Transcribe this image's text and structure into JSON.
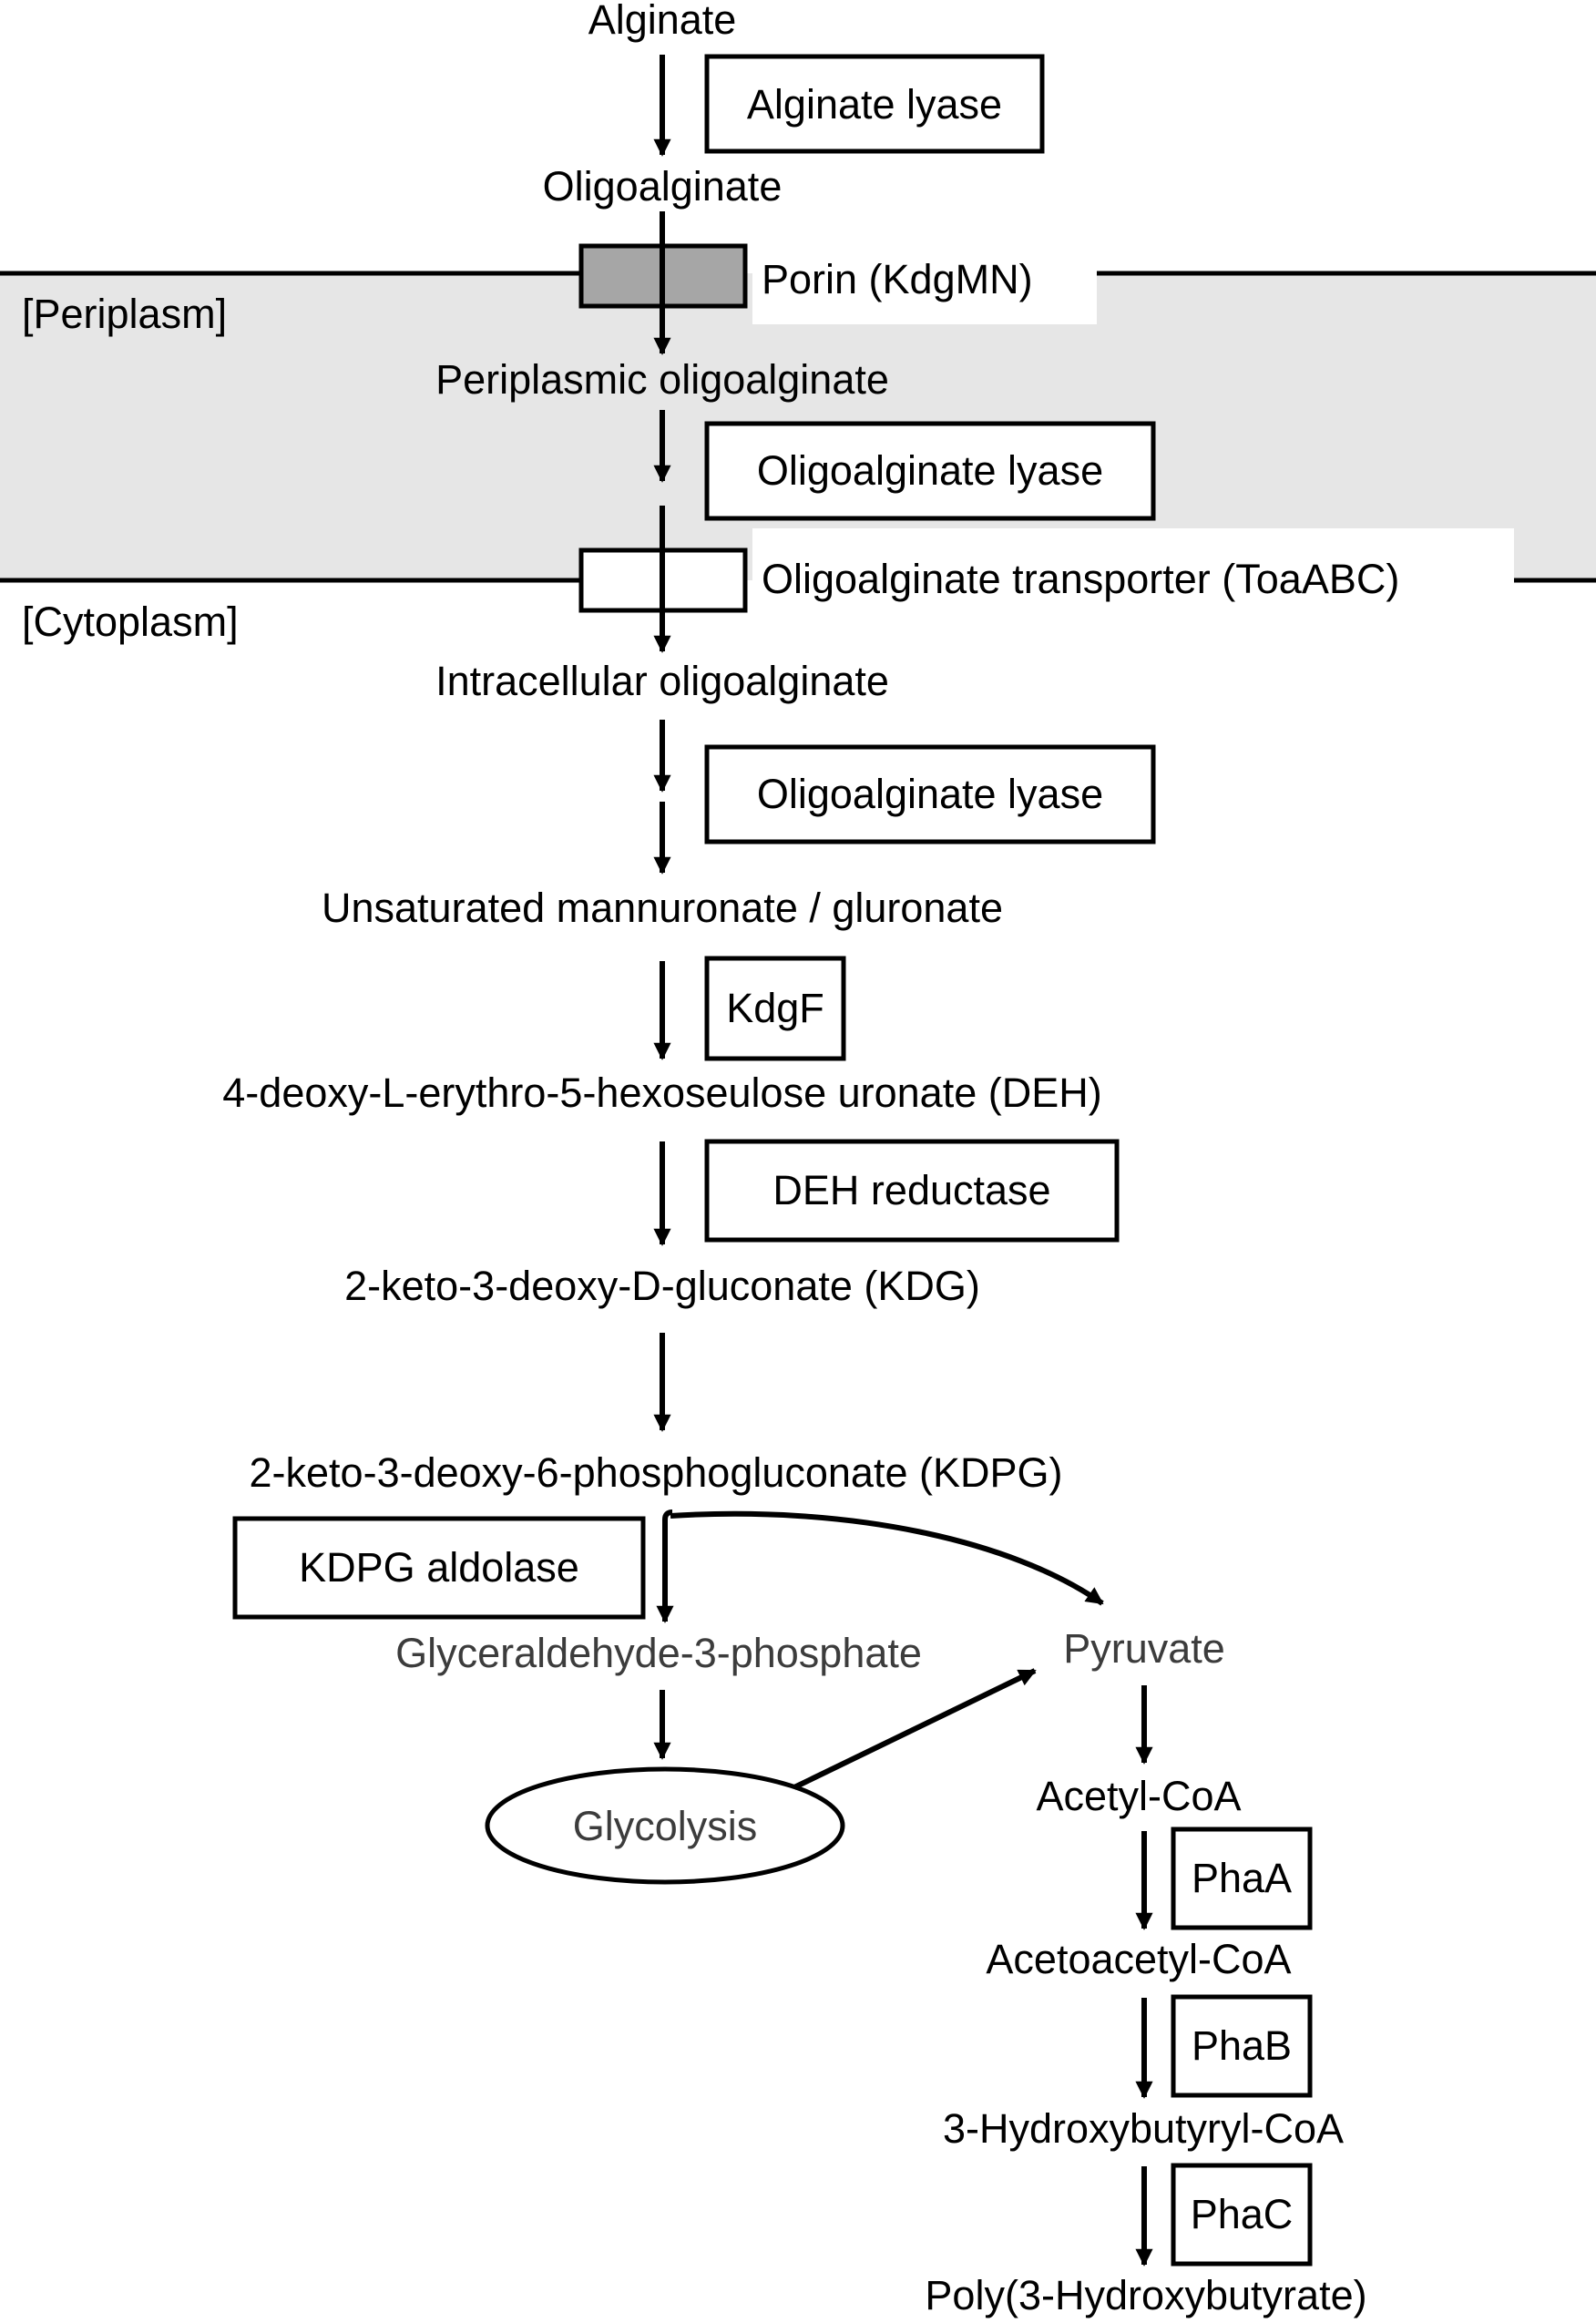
{
  "colors": {
    "periplasm_band": "#e6e6e6",
    "porin_fill": "#a6a6a6",
    "secondary_text": "#3c3c3c",
    "ink": "#000000"
  },
  "compartments": {
    "periplasm": "[Periplasm]",
    "cytoplasm": "[Cytoplasm]"
  },
  "metabolites": {
    "alginate": "Alginate",
    "oligoalginate": "Oligoalginate",
    "periplasmic_oligoalginate": "Periplasmic oligoalginate",
    "intracellular_oligoalginate": "Intracellular oligoalginate",
    "unsaturated": "Unsaturated mannuronate / gluronate",
    "deh": "4-deoxy-L-erythro-5-hexoseulose uronate (DEH)",
    "kdg": "2-keto-3-deoxy-D-gluconate (KDG)",
    "kdpg": "2-keto-3-deoxy-6-phosphogluconate (KDPG)",
    "g3p": "Glyceraldehyde-3-phosphate",
    "pyruvate": "Pyruvate",
    "glycolysis": "Glycolysis",
    "acetyl_coa": "Acetyl-CoA",
    "acetoacetyl_coa": "Acetoacetyl-CoA",
    "hydroxybutyryl_coa": "3-Hydroxybutyryl-CoA",
    "phb": "Poly(3-Hydroxybutyrate)"
  },
  "enzymes": {
    "alginate_lyase": "Alginate lyase",
    "porin": "Porin (KdgMN)",
    "oligo_lyase_peri": "Oligoalginate lyase",
    "transporter": "Oligoalginate transporter (ToaABC)",
    "oligo_lyase_cyto": "Oligoalginate lyase",
    "kdgf": "KdgF",
    "deh_reductase": "DEH reductase",
    "kdpg_aldolase": "KDPG aldolase",
    "phaa": "PhaA",
    "phab": "PhaB",
    "phac": "PhaC"
  }
}
